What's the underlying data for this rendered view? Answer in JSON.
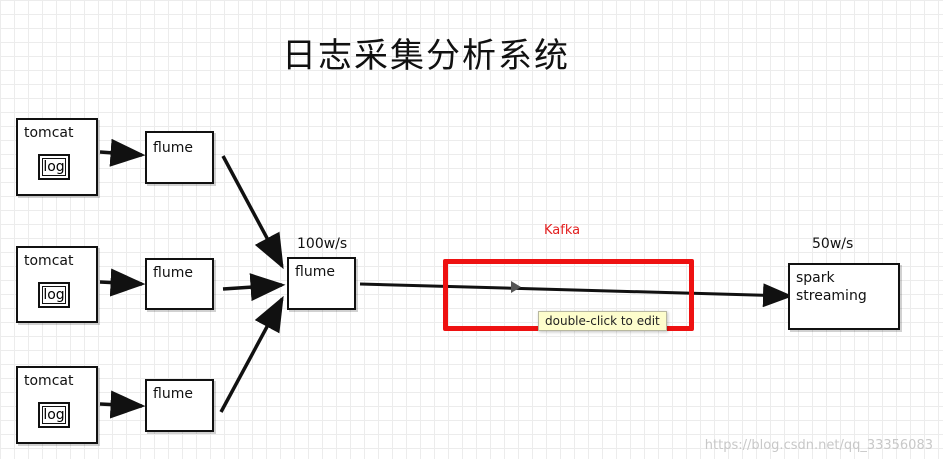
{
  "title": "日志采集分析系统",
  "sources": [
    {
      "name": "tomcat",
      "inner": "log",
      "agent": "flume"
    },
    {
      "name": "tomcat",
      "inner": "log",
      "agent": "flume"
    },
    {
      "name": "tomcat",
      "inner": "log",
      "agent": "flume"
    }
  ],
  "aggregator": {
    "label": "flume",
    "rate": "100w/s"
  },
  "kafka": {
    "label": "Kafka"
  },
  "consumer": {
    "label": "spark\nstreaming",
    "rate": "50w/s"
  },
  "tooltip": "double-click to edit",
  "watermark": "https://blog.csdn.net/qq_33356083",
  "colors": {
    "stroke": "#111111",
    "kafka": "#ee1111",
    "tooltip_bg": "#fdfdcc"
  }
}
